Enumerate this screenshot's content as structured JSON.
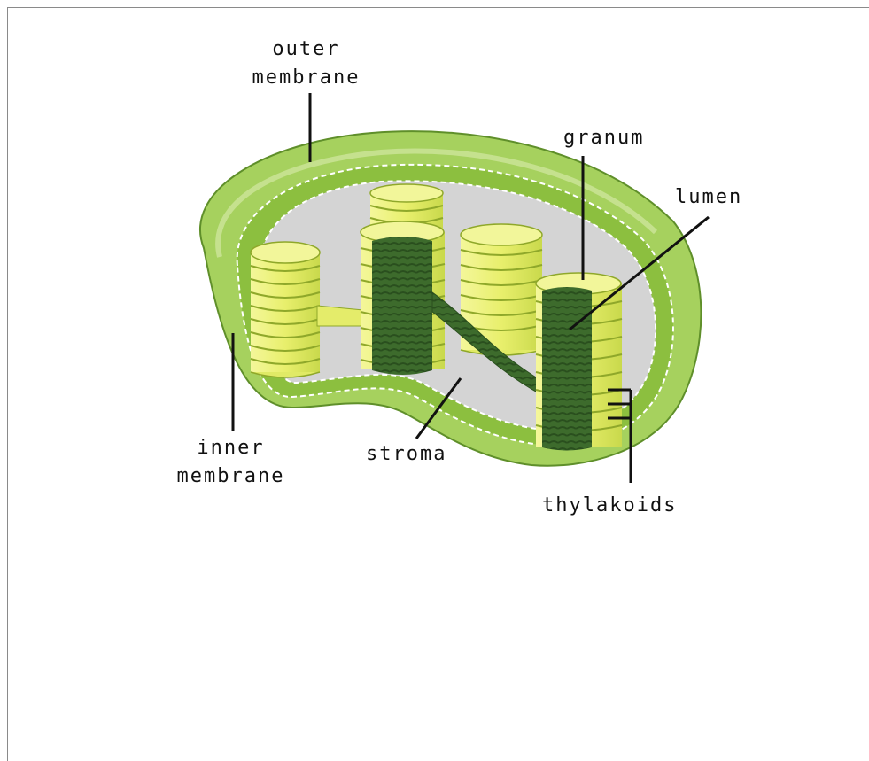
{
  "labels": {
    "outer_membrane": [
      "outer",
      "membrane"
    ],
    "inner_membrane": [
      "inner",
      "membrane"
    ],
    "granum": "granum",
    "lumen": "lumen",
    "stroma": "stroma",
    "thylakoids": "thylakoids"
  },
  "colors": {
    "outer_membrane": "#a3cf5a",
    "inner_membrane": "#8cbf3f",
    "stroma": "#d6d6d6",
    "thylakoid_disc": "#eaf07a",
    "thylakoid_edge": "#8fa82a",
    "cut_face": "#3f6e2e",
    "leader_line": "#111111"
  }
}
